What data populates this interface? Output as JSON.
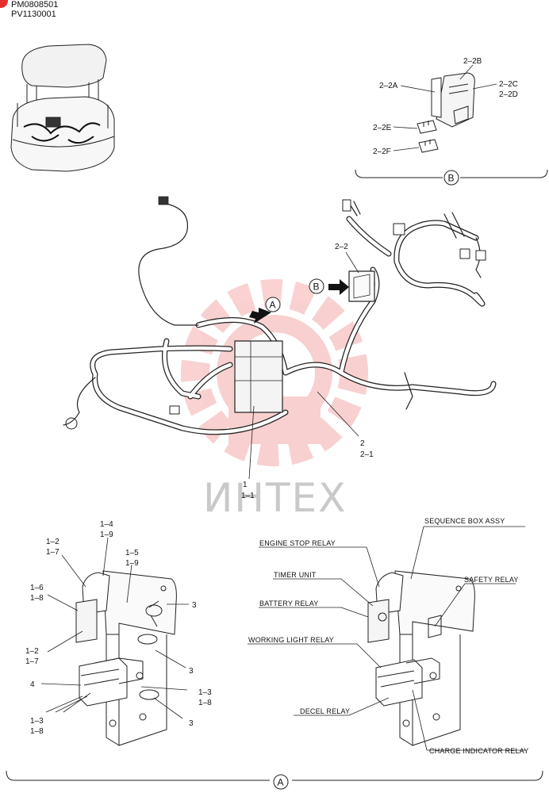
{
  "header": {
    "code1": "PM0808501",
    "code2": "PV1130001"
  },
  "watermark": {
    "text": "ИНТЕХ",
    "color": "#e3302f"
  },
  "view_marks": {
    "a": "A",
    "b": "B"
  },
  "callouts_b": {
    "l_2_2b": "2–2B",
    "l_2_2a": "2–2A",
    "l_2_2c": "2–2C",
    "l_2_2d": "2–2D",
    "l_2_2e": "2–2E",
    "l_2_2f": "2–2F"
  },
  "callouts_main": {
    "l_2_2": "2–2",
    "l_2": "2",
    "l_2_1": "2–1",
    "l_1": "1",
    "l_1_1": "1–1"
  },
  "callouts_a": {
    "l_1_4": "1–4",
    "l_1_9a": "1–9",
    "l_1_2a": "1–2",
    "l_1_7a": "1–7",
    "l_1_5": "1–5",
    "l_1_9b": "1–9",
    "l_1_6": "1–6",
    "l_1_8a": "1–8",
    "l_3a": "3",
    "l_1_2b": "1–2",
    "l_1_7b": "1–7",
    "l_3b": "3",
    "l_4": "4",
    "l_1_3a": "1–3",
    "l_1_8b": "1–8",
    "l_1_3b": "1–3",
    "l_1_8c": "1–8",
    "l_3c": "3"
  },
  "relay_labels": {
    "sequence_box": "SEQUENCE BOX ASSY",
    "engine_stop": "ENGINE STOP RELAY",
    "timer_unit": "TIMER UNIT",
    "safety": "SAFETY RELAY",
    "battery": "BATTERY RELAY",
    "working_light": "WORKING LIGHT RELAY",
    "decel": "DECEL RELAY",
    "charge_indicator": "CHARGE INDICATOR RELAY"
  }
}
